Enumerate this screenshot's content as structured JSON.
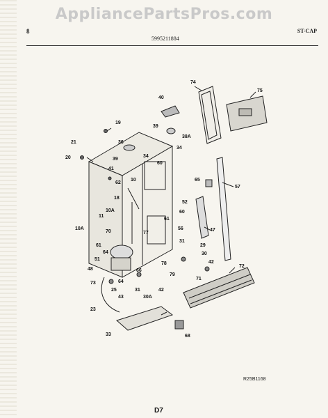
{
  "header": {
    "watermark": "AppliancePartsPros.com",
    "left_code": "8",
    "part_number": "5995211884",
    "right_code": "ST-CAP"
  },
  "labels": [
    {
      "id": "19",
      "text": "19"
    },
    {
      "id": "21",
      "text": "21"
    },
    {
      "id": "20",
      "text": "20"
    },
    {
      "id": "40",
      "text": "40"
    },
    {
      "id": "74",
      "text": "74"
    },
    {
      "id": "75",
      "text": "75"
    },
    {
      "id": "39a",
      "text": "39"
    },
    {
      "id": "38A",
      "text": "38A"
    },
    {
      "id": "36",
      "text": "36"
    },
    {
      "id": "34a",
      "text": "34"
    },
    {
      "id": "34b",
      "text": "34"
    },
    {
      "id": "39b",
      "text": "39"
    },
    {
      "id": "41",
      "text": "41"
    },
    {
      "id": "60a",
      "text": "60"
    },
    {
      "id": "10",
      "text": "10"
    },
    {
      "id": "62",
      "text": "62"
    },
    {
      "id": "65",
      "text": "65"
    },
    {
      "id": "57",
      "text": "57"
    },
    {
      "id": "18",
      "text": "18"
    },
    {
      "id": "52",
      "text": "52"
    },
    {
      "id": "10A_top",
      "text": "10A"
    },
    {
      "id": "60b",
      "text": "60"
    },
    {
      "id": "11",
      "text": "11"
    },
    {
      "id": "61",
      "text": "61"
    },
    {
      "id": "10A",
      "text": "10A"
    },
    {
      "id": "47",
      "text": "47"
    },
    {
      "id": "70",
      "text": "70"
    },
    {
      "id": "77",
      "text": "77"
    },
    {
      "id": "56",
      "text": "56"
    },
    {
      "id": "31",
      "text": "31"
    },
    {
      "id": "61b",
      "text": "61"
    },
    {
      "id": "29",
      "text": "29"
    },
    {
      "id": "64a",
      "text": "64"
    },
    {
      "id": "30",
      "text": "30"
    },
    {
      "id": "51",
      "text": "51"
    },
    {
      "id": "78",
      "text": "78"
    },
    {
      "id": "42a",
      "text": "42"
    },
    {
      "id": "72",
      "text": "72"
    },
    {
      "id": "48",
      "text": "48"
    },
    {
      "id": "66",
      "text": "66"
    },
    {
      "id": "79",
      "text": "79"
    },
    {
      "id": "71",
      "text": "71"
    },
    {
      "id": "73",
      "text": "73"
    },
    {
      "id": "64b",
      "text": "64"
    },
    {
      "id": "25",
      "text": "25"
    },
    {
      "id": "31b",
      "text": "31"
    },
    {
      "id": "42b",
      "text": "42"
    },
    {
      "id": "43",
      "text": "43"
    },
    {
      "id": "30A",
      "text": "30A"
    },
    {
      "id": "23",
      "text": "23"
    },
    {
      "id": "33",
      "text": "33"
    },
    {
      "id": "68",
      "text": "68"
    }
  ],
  "ref_code": "R25B1168",
  "page_label": "D7"
}
